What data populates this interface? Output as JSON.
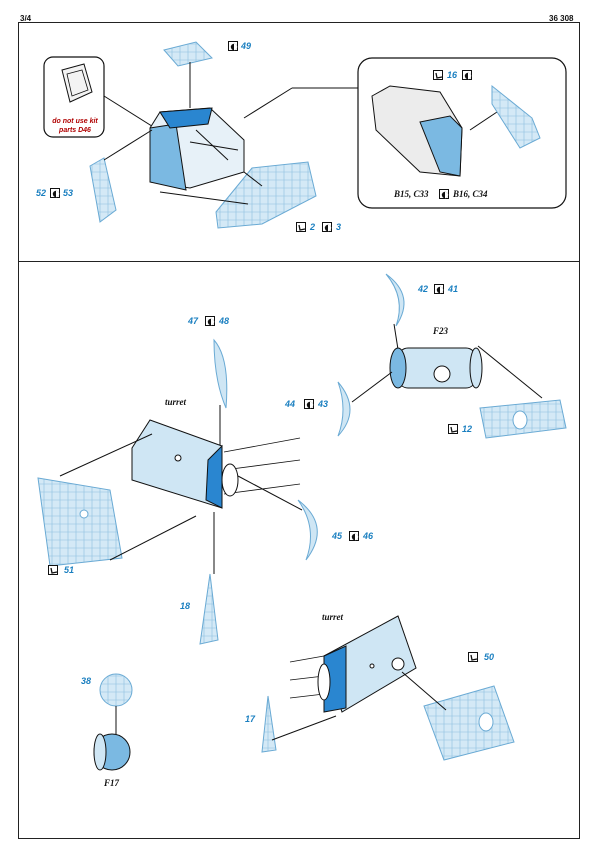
{
  "header": {
    "page": "3/4",
    "code": "36 308"
  },
  "top": {
    "note_line1": "do not use kit",
    "note_line2": "parts D46",
    "p49": "49",
    "p52": "52",
    "p53": "53",
    "p2": "2",
    "p3": "3",
    "p16": "16",
    "cap_left": "B15, C33",
    "cap_right": "B16, C34"
  },
  "bottom": {
    "p42": "42",
    "p41": "41",
    "f23": "F23",
    "p47": "47",
    "p48": "48",
    "turret1": "turret",
    "p44": "44",
    "p43": "43",
    "p12": "12",
    "p45": "45",
    "p46": "46",
    "p51": "51",
    "p18": "18",
    "turret2": "turret",
    "p50": "50",
    "p38": "38",
    "p17": "17",
    "f17": "F17"
  },
  "colors": {
    "etch_fill": "#cfe6f4",
    "paint_fill": "#7bb9e2",
    "deep_blue": "#2a86d0",
    "label_blue": "#1a7fc0",
    "note_red": "#b00000"
  }
}
